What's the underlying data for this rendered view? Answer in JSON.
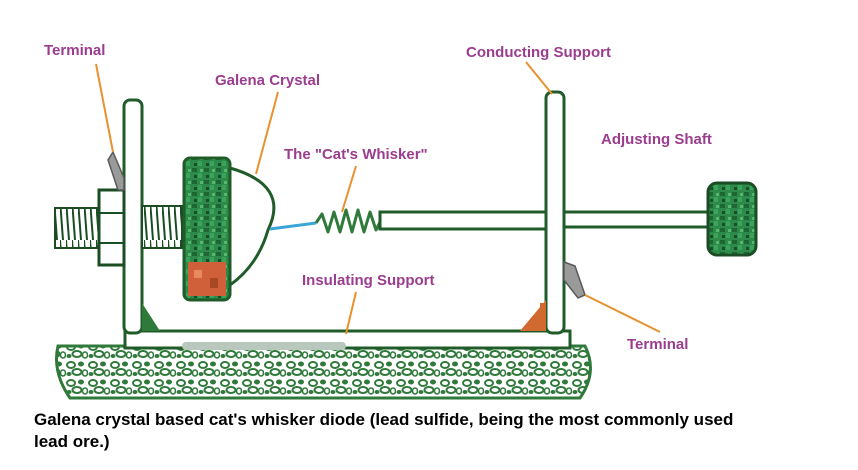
{
  "labels": {
    "terminal_left": "Terminal",
    "galena_crystal": "Galena Crystal",
    "cats_whisker": "The \"Cat's Whisker\"",
    "conducting_support": "Conducting Support",
    "adjusting_shaft": "Adjusting Shaft",
    "insulating_support": "Insulating Support",
    "terminal_right": "Terminal"
  },
  "caption": "Galena crystal based cat's whisker diode (lead sulfide, being the most commonly used lead ore.)",
  "colors": {
    "label_text": "#9b3d8f",
    "leader_line": "#e8912f",
    "frame_outline": "#1f5c2a",
    "frame_fill": "#ffffff",
    "base_green": "#2f7a3a",
    "crystal_green": "#2d8a4a",
    "crystal_orange": "#d0603a",
    "whisker_blue": "#3aa6d8",
    "terminal_grey": "#9a9a9a",
    "bracket_orange": "#d06a30"
  }
}
